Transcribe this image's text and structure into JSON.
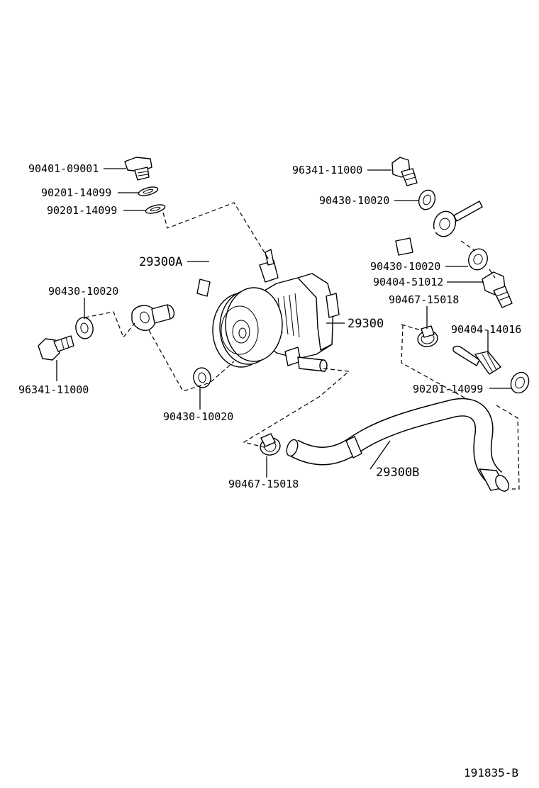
{
  "labels": {
    "p90401_09001": "90401-09001",
    "p90201_14099_a": "90201-14099",
    "p90201_14099_b": "90201-14099",
    "p29300A": "29300A",
    "p90430_10020_left": "90430-10020",
    "p96341_11000_left": "96341-11000",
    "p90430_10020_bottom": "90430-10020",
    "p96341_11000_right": "96341-11000",
    "p90430_10020_top": "90430-10020",
    "p90430_10020_mid": "90430-10020",
    "p90404_51012": "90404-51012",
    "p90467_15018_right": "90467-15018",
    "p29300": "29300",
    "p90404_14016": "90404-14016",
    "p90201_14099_right": "90201-14099",
    "p29300B": "29300B",
    "p90467_15018_bottom": "90467-15018"
  },
  "footer": {
    "code": "191835-B"
  }
}
